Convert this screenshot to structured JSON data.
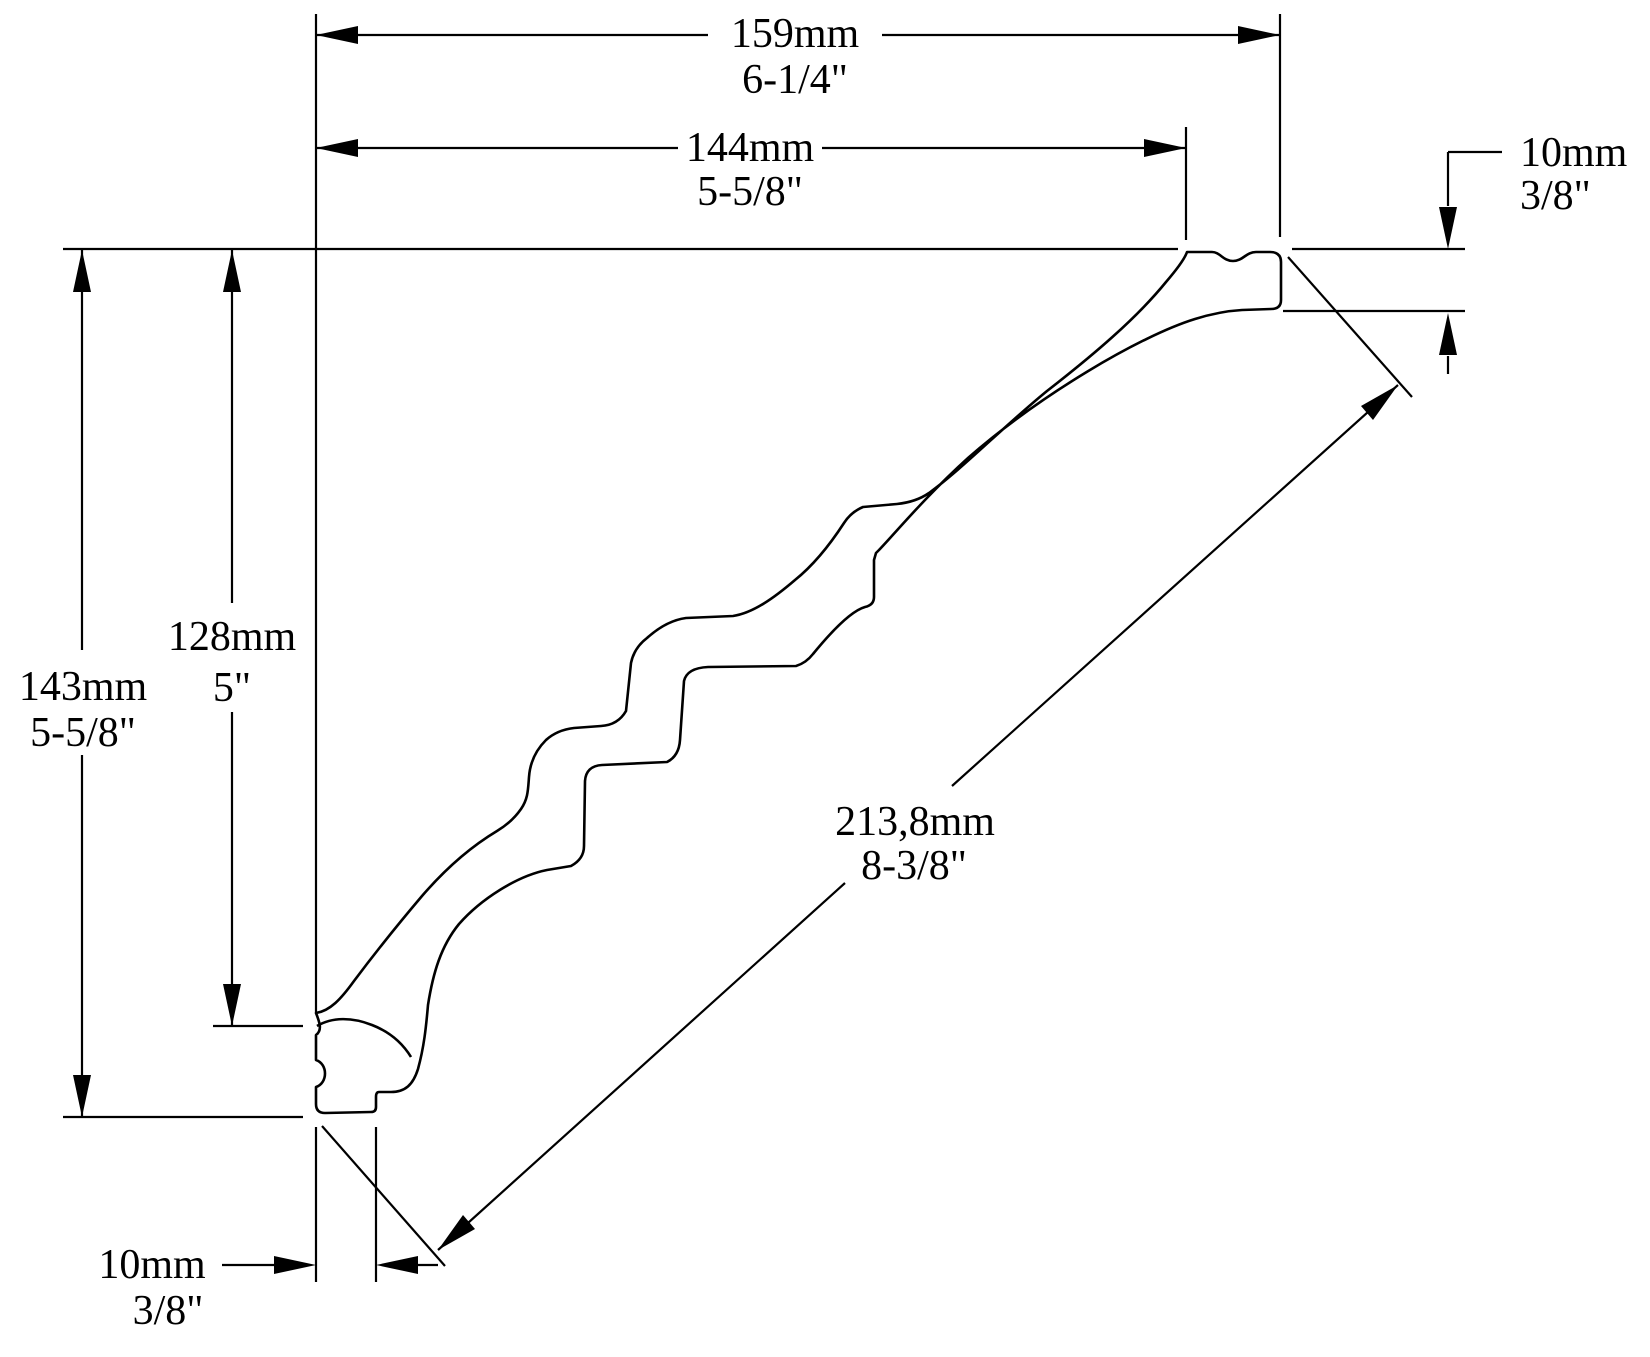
{
  "drawing": {
    "title": "Crown molding cornice profile — dimensioned cross-section",
    "line_color": "#000000",
    "background_color": "#ffffff"
  },
  "dimensions": {
    "total_width": {
      "mm": "159mm",
      "inch": "6-1/4\""
    },
    "face_width": {
      "mm": "144mm",
      "inch": "5-5/8\""
    },
    "ceiling_thickness": {
      "mm": "10mm",
      "inch": "3/8\""
    },
    "total_height": {
      "mm": "143mm",
      "inch": "5-5/8\""
    },
    "face_height": {
      "mm": "128mm",
      "inch": "5\""
    },
    "diagonal_face": {
      "mm": "213,8mm",
      "inch": "8-3/8\""
    },
    "wall_thickness": {
      "mm": "10mm",
      "inch": "3/8\""
    }
  }
}
